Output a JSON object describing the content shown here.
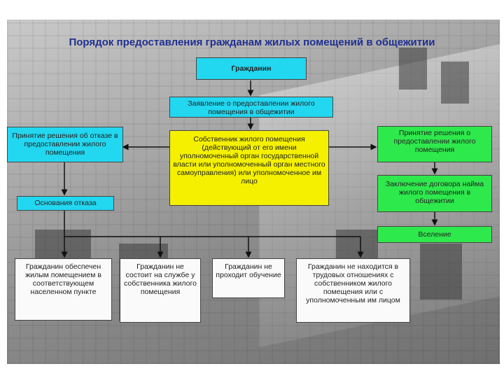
{
  "title": "Порядок предоставления гражданам жилых помещений в общежитии",
  "nodes": {
    "citizen": "Гражданин",
    "application": "Заявление о предоставлении жилого помещения в общежитии",
    "refusal_decision": "Принятие решения об отказе в предоставлении жилого помещения",
    "refusal_grounds": "Основания отказа",
    "owner": "Собственник жилого помещения (действующий от его имени уполномоченный орган государственной власти или уполномоченный орган местного самоуправления) или уполномоченное им лицо",
    "grant_decision": "Принятие решения о предоставлении жилого помещения",
    "contract": "Заключение договора найма жилого помещения в общежитии",
    "move_in": "Вселение",
    "ground_housed": "Гражданин обеспечен жилым помещением в соответствующем населенном пункте",
    "ground_not_serving": "Гражданин не состоит на службе у собственника жилого помещения",
    "ground_not_studying": "Гражданин не проходит обучение",
    "ground_not_employed": "Гражданин не находится в трудовых отношениях с собственником жилого помещения или с уполномоченным им лицом"
  },
  "colors": {
    "cyan": "#22d7f0",
    "yellow": "#f4f000",
    "green": "#2ee94c",
    "title": "#1f2f8f"
  }
}
